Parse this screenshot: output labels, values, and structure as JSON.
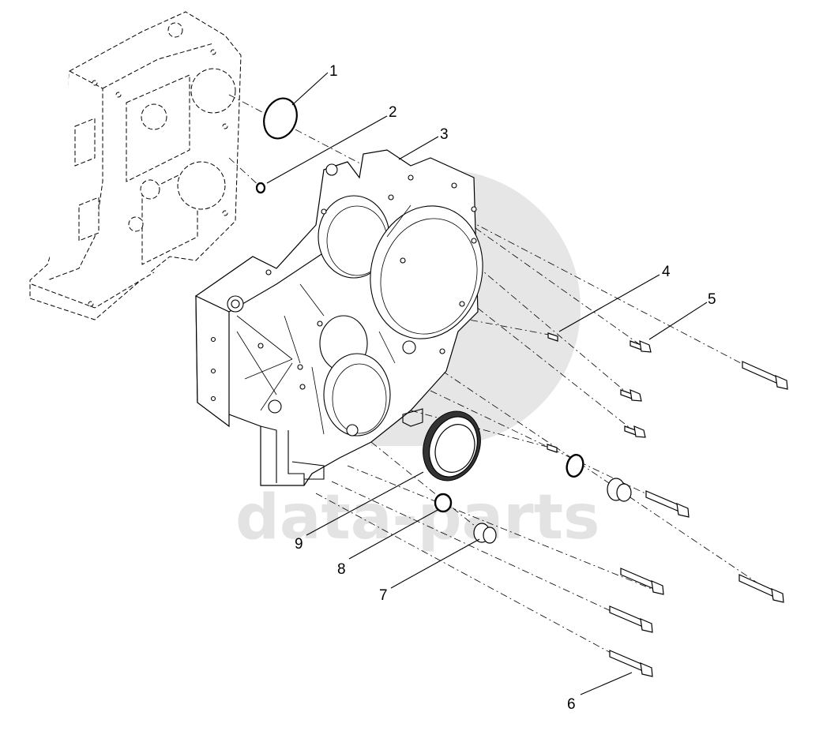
{
  "watermark": {
    "text": "data-parts",
    "color": "#e3e3e3"
  },
  "callouts": [
    {
      "id": "1",
      "label": "1"
    },
    {
      "id": "2",
      "label": "2"
    },
    {
      "id": "3",
      "label": "3"
    },
    {
      "id": "4",
      "label": "4"
    },
    {
      "id": "5",
      "label": "5"
    },
    {
      "id": "6",
      "label": "6"
    },
    {
      "id": "7",
      "label": "7"
    },
    {
      "id": "8",
      "label": "8"
    },
    {
      "id": "9",
      "label": "9"
    }
  ]
}
